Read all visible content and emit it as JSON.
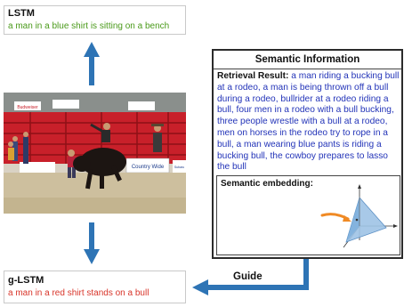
{
  "lstm": {
    "title": "LSTM",
    "caption": "a man in a blue shirt is sitting on a bench"
  },
  "glstm": {
    "title": "g-LSTM",
    "caption": "a man in a red shirt stands on a bull"
  },
  "semantic": {
    "header": "Semantic Information",
    "retrieval_label": "Retrieval Result:",
    "retrieval_text": "a man riding a bucking bull at a rodeo, a man is being thrown off a bull during a rodeo, bullrider at a rodeo riding a bull, four men in a rodeo with a bull bucking, three people wrestle with a bull at a rodeo, men on horses in the rodeo try to rope in a bull, a man wearing blue pants is riding a bucking bull, the cowboy prepares to lasso the bull",
    "embedding_label": "Semantic embedding:"
  },
  "guide_label": "Guide",
  "banner_texts": [
    "Budweiser",
    "Country Wide",
    "Subaru"
  ],
  "colors": {
    "arrow": "#2e74b5",
    "lstm_caption": "#4a9a1a",
    "glstm_caption": "#d8352a",
    "retrieval_text": "#2233b8",
    "embedding_fill": "#9ec3e6",
    "embedding_arrow": "#f08a24"
  }
}
